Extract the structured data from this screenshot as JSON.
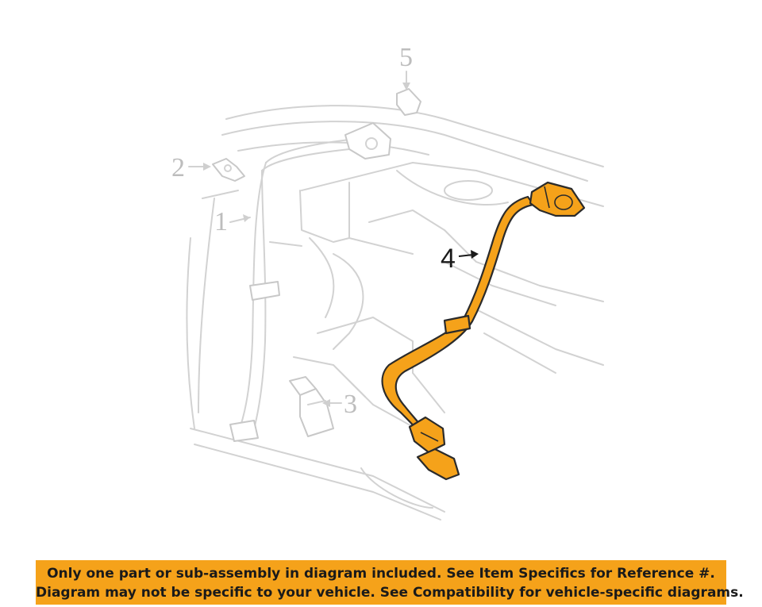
{
  "diagram": {
    "callouts": [
      {
        "id": "1",
        "label": "1"
      },
      {
        "id": "2",
        "label": "2"
      },
      {
        "id": "3",
        "label": "3"
      },
      {
        "id": "4",
        "label": "4"
      },
      {
        "id": "5",
        "label": "5"
      }
    ],
    "highlight_color": "#f5a21a",
    "ghost_color": "#d2d2d2"
  },
  "banner": {
    "line1": "Only one part or sub-assembly in diagram included. See Item Specifics for Reference #.",
    "line2": "Diagram may not be specific to your vehicle. See Compatibility for vehicle-specific diagrams.",
    "background": "#f5a21a"
  }
}
